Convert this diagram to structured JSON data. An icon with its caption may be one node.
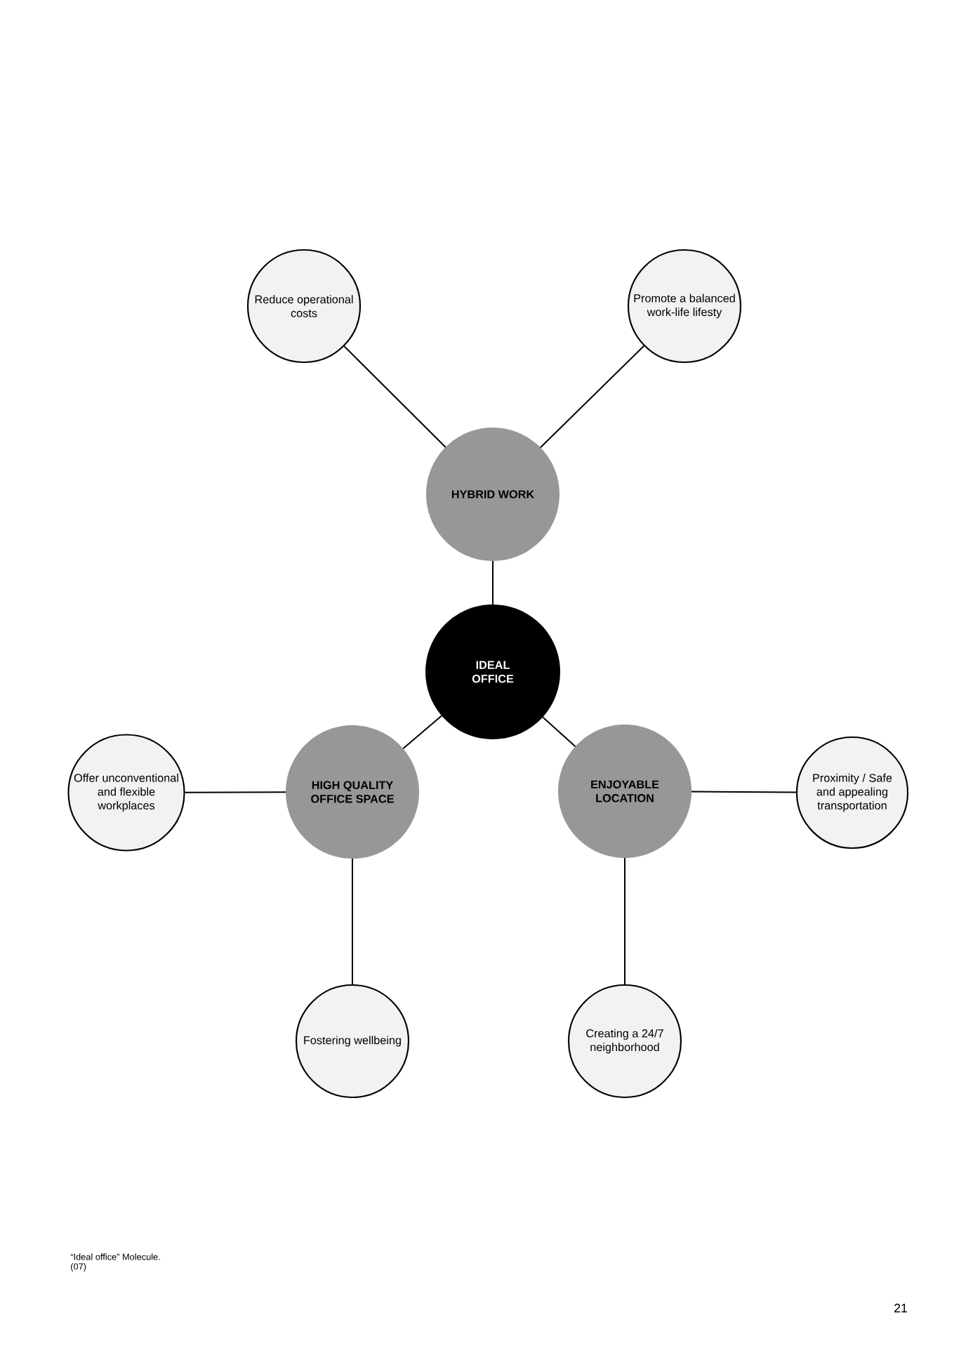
{
  "diagram": {
    "caption": "“Ideal office” Molecule.",
    "nodes": [
      {
        "text": [
          "Reduce operational costs"
        ]
      },
      {
        "text": [
          "Promote a balanced work-life lifesty"
        ]
      },
      {
        "text": [
          "HYBRID WORK"
        ]
      },
      {
        "text": [
          "IDEAL OFFICE"
        ]
      },
      {
        "text": [
          "Offer unconventional and flexible workplaces"
        ]
      },
      {
        "text": [
          "HIGH QUALITY OFFICE SPACE"
        ]
      },
      {
        "text": [
          "ENJOYABLE LOCATION"
        ]
      },
      {
        "text": [
          "Proximity / Safe and appealing transportation"
        ]
      },
      {
        "text": [
          "Fostering wellbeing"
        ]
      },
      {
        "text": [
          "Creating a 24/7 neighborhood"
        ]
      }
    ],
    "edges": [
      {
        "from": 3,
        "to": 2,
        "arrow": "none"
      },
      {
        "from": 2,
        "to": 0,
        "arrow": "none"
      },
      {
        "from": 2,
        "to": 1,
        "arrow": "none"
      },
      {
        "from": 3,
        "to": 5,
        "arrow": "none"
      },
      {
        "from": 3,
        "to": 6,
        "arrow": "none"
      },
      {
        "from": 5,
        "to": 4,
        "arrow": "none"
      },
      {
        "from": 5,
        "to": 8,
        "arrow": "none"
      },
      {
        "from": 6,
        "to": 7,
        "arrow": "none"
      },
      {
        "from": 6,
        "to": 9,
        "arrow": "none"
      }
    ],
    "labels": [
      "(07)",
      "21"
    ]
  }
}
